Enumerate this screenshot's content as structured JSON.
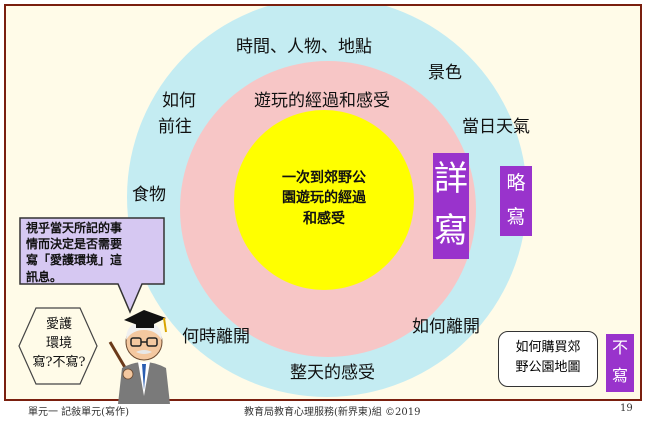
{
  "ring_labels": {
    "when_who_where": "時間、人物、地點",
    "scenery": "景色",
    "how_go_line1": "如何",
    "how_go_line2": "前往",
    "weather": "當日天氣",
    "food": "食物",
    "when_leave": "何時離開",
    "how_leave": "如何離開",
    "whole_day": "整天的感受",
    "process_feelings": "遊玩的經過和感受"
  },
  "center": {
    "line1": "一次到郊野公",
    "line2": "園遊玩的經過",
    "line3": "和感受"
  },
  "detail_label": {
    "char1": "詳",
    "char2": "寫"
  },
  "brief_label": {
    "char1": "略",
    "char2": "寫"
  },
  "no_write_label": {
    "char1": "不",
    "char2": "寫"
  },
  "speech_bubble": {
    "line1": "視乎當天所記的事",
    "line2": "情而決定是否需要",
    "line3": "寫「愛護環境」這",
    "line4": "訊息。"
  },
  "hexagon": {
    "line1": "愛護",
    "line2": "環境",
    "line3": "寫?不寫?"
  },
  "map_box": {
    "line1": "如何購買郊",
    "line2": "野公園地圖"
  },
  "footer": {
    "unit": "單元一  記敍單元(寫作)",
    "org": "教育局教育心理服務(新界東)組 ©2019",
    "page": "19"
  },
  "colors": {
    "outer_ring": "#c4ecf2",
    "middle_ring": "#f7c6c6",
    "inner_circle": "#ffff00",
    "purple_bar": "#9933cc",
    "frame_border": "#7a1f0e"
  }
}
